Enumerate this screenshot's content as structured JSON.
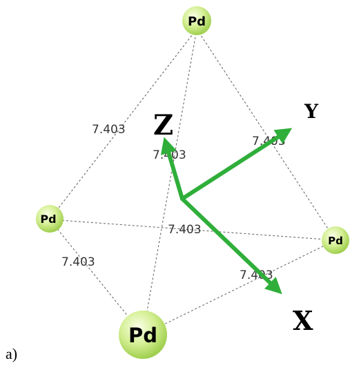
{
  "figure": {
    "panel_label": "a)",
    "atom_label": "Pd",
    "distance_label": "7.403",
    "axes": {
      "x": "X",
      "y": "Y",
      "z": "Z"
    }
  },
  "colors": {
    "axis_arrow": "#2fae3a",
    "atom_fill": "#d4ef93",
    "bond": "#6b6b6b"
  }
}
